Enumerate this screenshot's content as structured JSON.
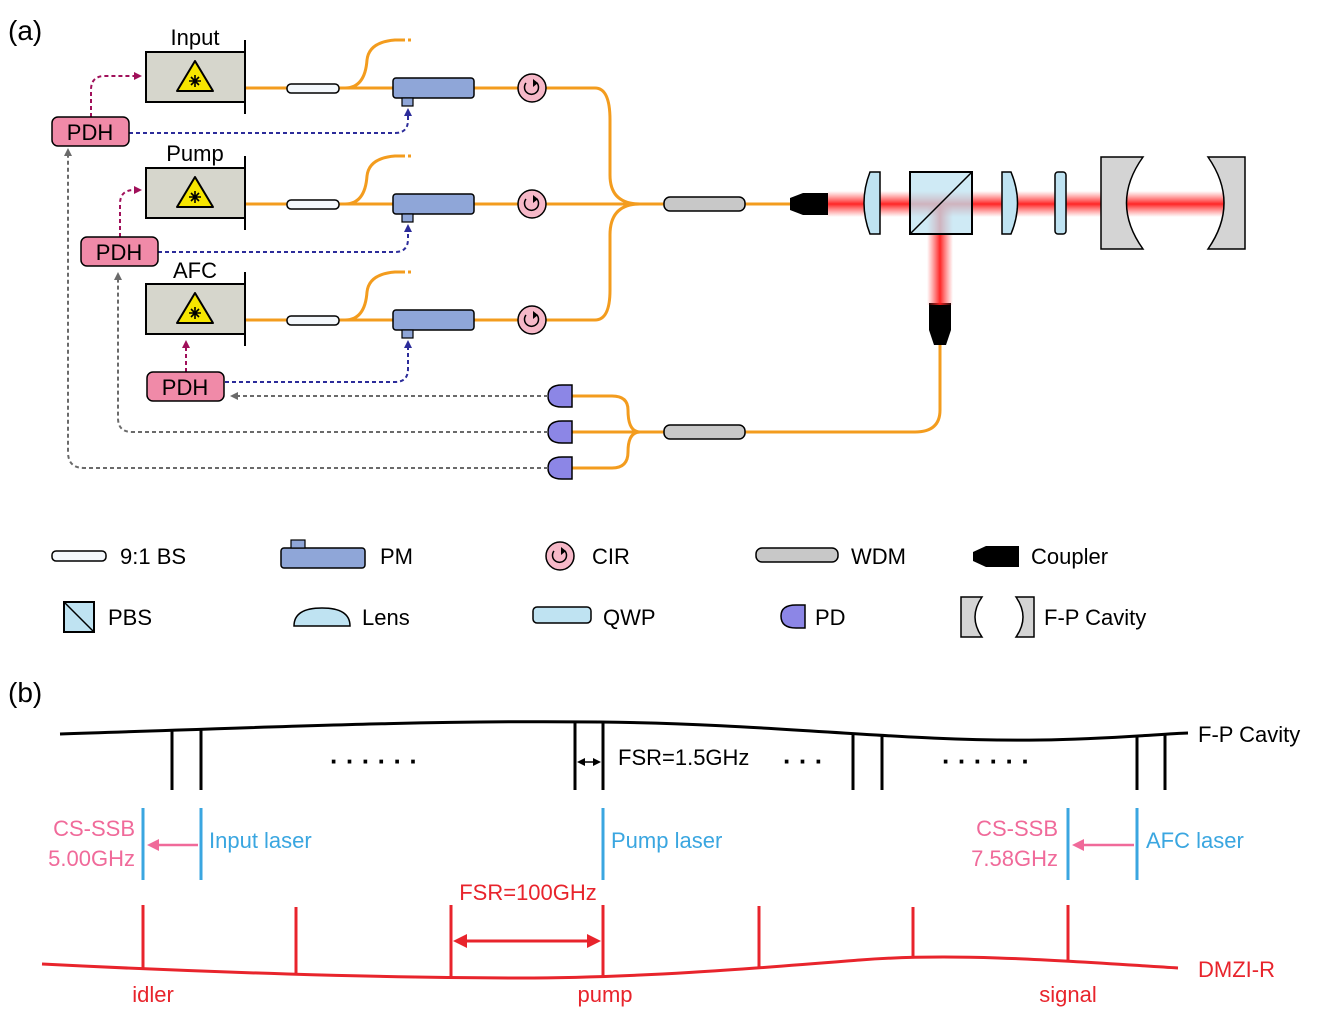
{
  "panel_a": {
    "label": "(a)",
    "lasers": [
      "Input",
      "Pump",
      "AFC"
    ],
    "pdh_label": "PDH"
  },
  "legend": {
    "bs": "9:1 BS",
    "pm": "PM",
    "cir": "CIR",
    "wdm": "WDM",
    "coupler": "Coupler",
    "pbs": "PBS",
    "lens": "Lens",
    "qwp": "QWP",
    "pd": "PD",
    "fp": "F-P Cavity"
  },
  "panel_b": {
    "label": "(b)",
    "fp_label": "F-P Cavity",
    "dots": "· · · · · ·",
    "dots_short": "· · ·",
    "fsr_small": "FSR=1.5GHz",
    "fsr_large": "FSR=100GHz",
    "ssb_left": [
      "CS-SSB",
      "5.00GHz"
    ],
    "ssb_right": [
      "CS-SSB",
      "7.58GHz"
    ],
    "input_laser": "Input laser",
    "pump_laser": "Pump laser",
    "afc_laser": "AFC laser",
    "dmzi_label": "DMZI-R",
    "idler": "idler",
    "pump": "pump",
    "signal": "signal"
  },
  "colors": {
    "fiber": "#f39c1e",
    "beam": "#ff2a2a",
    "pdh_fill": "#f08aa8",
    "laser_fill": "#d6d6cc",
    "pm_fill": "#8fa6d8",
    "cir_fill": "#f6b8c8",
    "wdm_fill": "#c8c8c8",
    "optic_fill": "#bfe3f2",
    "pd_fill": "#8c86e6",
    "pink_text": "#f06a9a",
    "blue_text": "#3aa6e0",
    "red": "#e8242c",
    "magenta_dash": "#a0105a",
    "navy_dash": "#2c2c9a",
    "gray_dash": "#6a6a6a"
  }
}
